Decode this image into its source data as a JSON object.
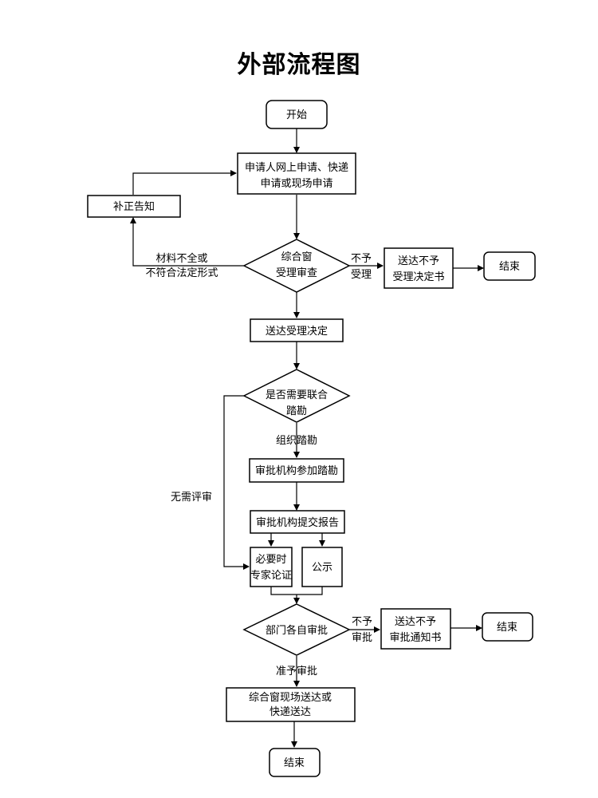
{
  "title": "外部流程图",
  "nodes": {
    "start": "开始",
    "apply": [
      "申请人网上申请、快递",
      "申请或现场申请"
    ],
    "correction": "补正告知",
    "window_review": [
      "综合窗",
      "受理审查"
    ],
    "reject_notice": [
      "送达不予",
      "受理决定书"
    ],
    "end_1": "结束",
    "accept_notice": "送达受理决定",
    "joint_survey": [
      "是否需要联合",
      "踏勘"
    ],
    "join_survey": "审批机构参加踏勘",
    "submit_report": "审批机构提交报告",
    "expert": [
      "必要时",
      "专家论证"
    ],
    "publicity": "公示",
    "dept_approval": "部门各自审批",
    "deny_notice": [
      "送达不予",
      "审批通知书"
    ],
    "end_2": "结束",
    "deliver": [
      "综合窗现场送达或",
      "快递送达"
    ],
    "end_3": "结束"
  },
  "edge_labels": {
    "incomplete": [
      "材料不全或",
      "不符合法定形式"
    ],
    "not_accept": [
      "不予",
      "受理"
    ],
    "organize_survey": "组织踏勘",
    "no_review": "无需评审",
    "not_approve": [
      "不予",
      "审批"
    ],
    "approve": "准予审批"
  }
}
